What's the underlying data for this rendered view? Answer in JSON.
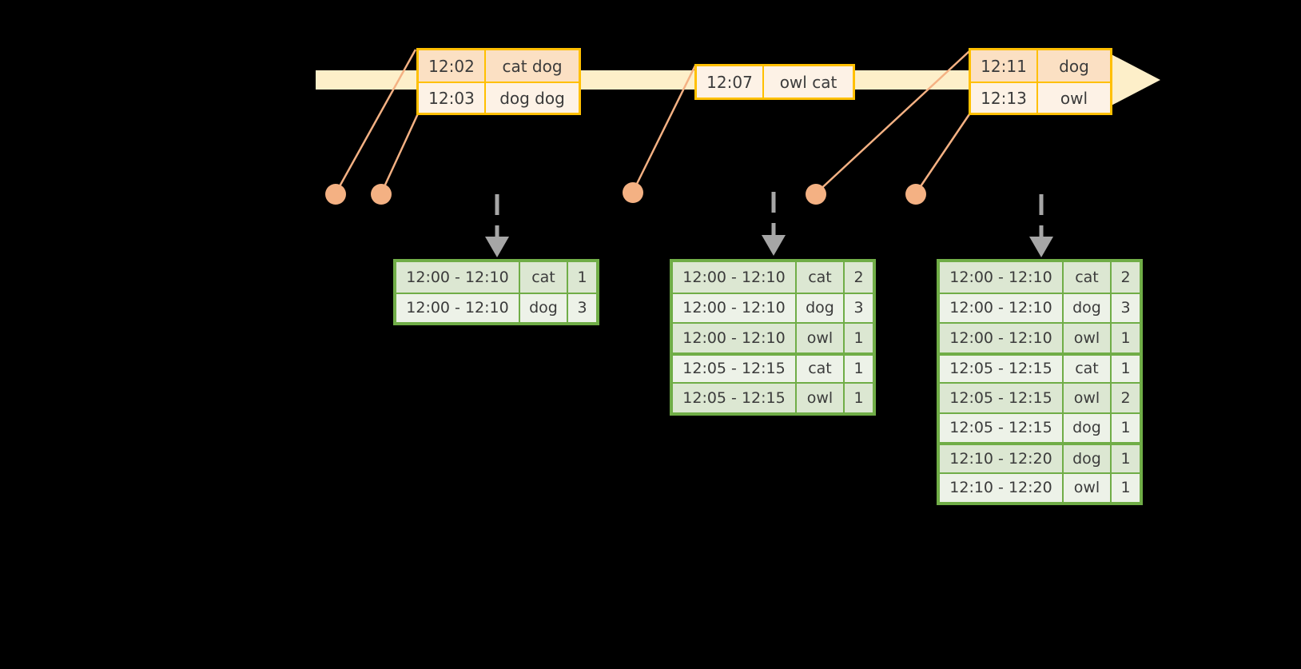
{
  "timeline": {
    "bar_color": "#FDEFC9",
    "border_color": "#FFC000",
    "arrow_label": "time-axis-arrow",
    "events": [
      {
        "group": 1,
        "rows": [
          {
            "time": "12:02",
            "words": "cat dog"
          },
          {
            "time": "12:03",
            "words": "dog dog"
          }
        ]
      },
      {
        "group": 2,
        "rows": [
          {
            "time": "12:07",
            "words": "owl cat"
          }
        ]
      },
      {
        "group": 3,
        "rows": [
          {
            "time": "12:11",
            "words": "dog"
          },
          {
            "time": "12:13",
            "words": "owl"
          }
        ]
      }
    ]
  },
  "connectors": {
    "dot_color": "#F4B183",
    "line_color": "#F4B183",
    "dot_count": 5
  },
  "arrows": {
    "color": "#A6A6A6",
    "style": "dashed",
    "count": 3
  },
  "tables": [
    {
      "id": "table-1",
      "accent": "#70AD47",
      "rows": [
        {
          "window": "12:00 - 12:10",
          "word": "cat",
          "count": "1"
        },
        {
          "window": "12:00 - 12:10",
          "word": "dog",
          "count": "3"
        }
      ]
    },
    {
      "id": "table-2",
      "accent": "#70AD47",
      "rows": [
        {
          "window": "12:00 - 12:10",
          "word": "cat",
          "count": "2"
        },
        {
          "window": "12:00 - 12:10",
          "word": "dog",
          "count": "3"
        },
        {
          "window": "12:00 - 12:10",
          "word": "owl",
          "count": "1"
        },
        {
          "window": "12:05 - 12:15",
          "word": "cat",
          "count": "1"
        },
        {
          "window": "12:05 - 12:15",
          "word": "owl",
          "count": "1"
        }
      ]
    },
    {
      "id": "table-3",
      "accent": "#70AD47",
      "rows": [
        {
          "window": "12:00 - 12:10",
          "word": "cat",
          "count": "2"
        },
        {
          "window": "12:00 - 12:10",
          "word": "dog",
          "count": "3"
        },
        {
          "window": "12:00 - 12:10",
          "word": "owl",
          "count": "1"
        },
        {
          "window": "12:05 - 12:15",
          "word": "cat",
          "count": "1"
        },
        {
          "window": "12:05 - 12:15",
          "word": "owl",
          "count": "2"
        },
        {
          "window": "12:05 - 12:15",
          "word": "dog",
          "count": "1"
        },
        {
          "window": "12:10 - 12:20",
          "word": "dog",
          "count": "1"
        },
        {
          "window": "12:10 - 12:20",
          "word": "owl",
          "count": "1"
        }
      ]
    }
  ]
}
